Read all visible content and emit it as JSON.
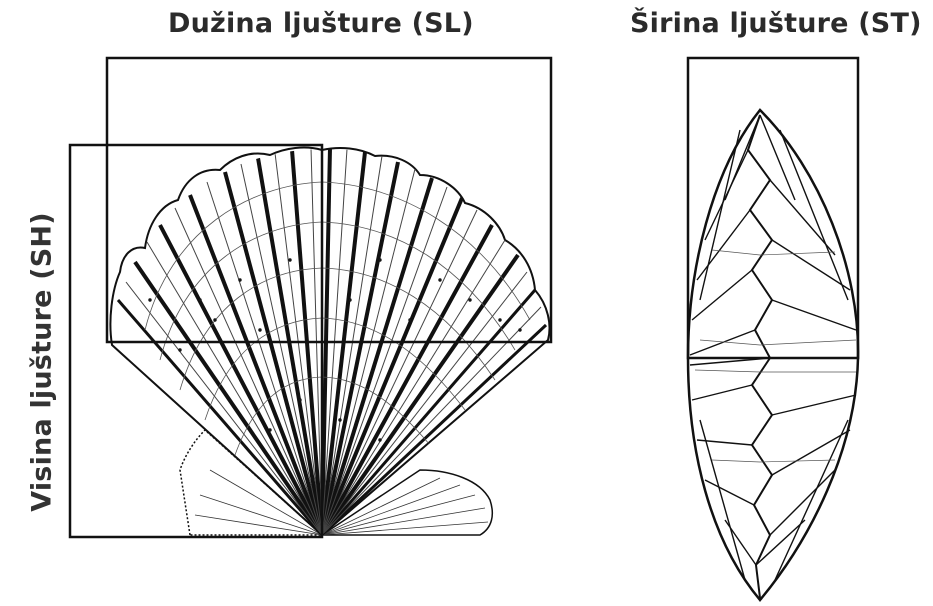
{
  "labels": {
    "shell_length": "Dužina ljušture (SL)",
    "shell_width": "Širina ljušture (ST)",
    "shell_height": "Visina ljušture (SH)"
  },
  "colors": {
    "ink": "#111111",
    "label": "#2b2b2b",
    "background": "#ffffff"
  }
}
